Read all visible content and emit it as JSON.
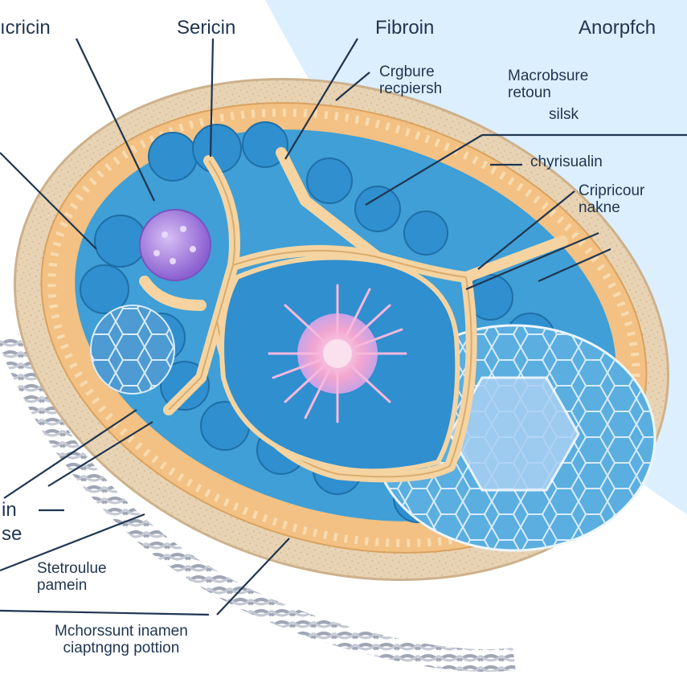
{
  "labels": {
    "top_left": "ıcricin",
    "top_sericin": "Sericin",
    "top_fibroin": "Fibroin",
    "top_right": "Anorpfch",
    "crgbure": "Crgbure\nrecpiersh",
    "macrobsure": "Macrobsure\nretoun",
    "silsk": "silsk",
    "chrysualin": "chyrisualin",
    "cripricour": "Cripricour\nnakne",
    "left_in": "in",
    "left_se": "se",
    "stetroulue": "Stetroulue\npamein",
    "mchorssunt": "Mchorssunt inamen\nciaptngng pottion"
  },
  "colors": {
    "background_wash": "#dcefff",
    "outer_membrane": "#e8d4b4",
    "sericin_band": "#f3c183",
    "fibroin_blue": "#3f9fd6",
    "strand_orange": "#f5d4a2",
    "nucleus_purple": "#a77de2",
    "core_pink": "#f2a6cf",
    "leader_line": "#1f3550"
  },
  "icons": [
    "leader-line",
    "purple-vesicle",
    "pink-star-core",
    "hexagonal-lattice"
  ]
}
